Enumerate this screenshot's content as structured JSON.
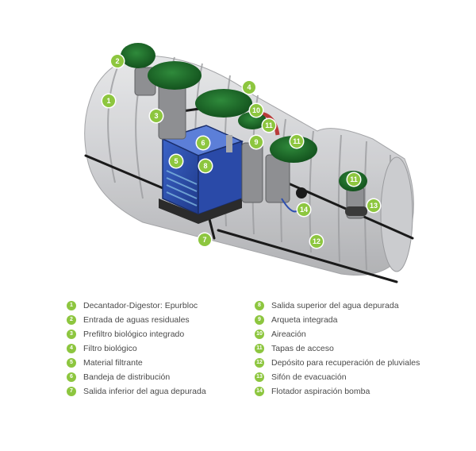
{
  "callouts": [
    "1",
    "2",
    "3",
    "4",
    "5",
    "6",
    "7",
    "8",
    "9",
    "10",
    "11",
    "11",
    "11",
    "11",
    "12",
    "13",
    "14"
  ],
  "legend": {
    "left": [
      {
        "num": "1",
        "label": "Decantador-Digestor: Epurbloc"
      },
      {
        "num": "2",
        "label": "Entrada de aguas residuales"
      },
      {
        "num": "3",
        "label": "Prefiltro biológico integrado"
      },
      {
        "num": "4",
        "label": "Filtro biológico"
      },
      {
        "num": "5",
        "label": "Material filtrante"
      },
      {
        "num": "6",
        "label": "Bandeja de distribución"
      },
      {
        "num": "7",
        "label": "Salida inferior del agua depurada"
      }
    ],
    "right": [
      {
        "num": "8",
        "label": "Salida superior del agua depurada"
      },
      {
        "num": "9",
        "label": "Arqueta integrada"
      },
      {
        "num": "10",
        "label": "Aireación"
      },
      {
        "num": "11",
        "label": "Tapas de acceso"
      },
      {
        "num": "12",
        "label": "Depósito para recuperación de pluviales"
      },
      {
        "num": "13",
        "label": "Sifón de evacuación"
      },
      {
        "num": "14",
        "label": "Flotador aspiración bomba"
      }
    ]
  },
  "colors": {
    "accent": "#8dc63f",
    "lid": "#1e6b2a",
    "tank": "#c8c9cc",
    "filter_box": "#2d4fb0",
    "pipe": "#b83a3a"
  }
}
